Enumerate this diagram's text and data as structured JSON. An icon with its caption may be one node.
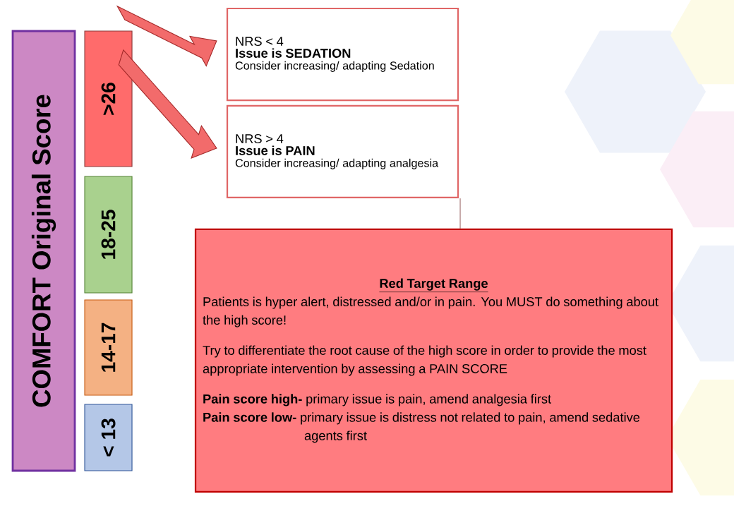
{
  "diagram": {
    "nodes": [
      {
        "text": [
          "COMFORT Original  Score"
        ]
      },
      {
        "text": [
          ">26"
        ]
      },
      {
        "text": [
          "18-25"
        ]
      },
      {
        "text": [
          "14-17"
        ]
      },
      {
        "text": [
          "< 13"
        ]
      },
      {
        "text": [
          "NRS < 4",
          "Issue is SEDATION",
          "Consider increasing/ adapting Sedation"
        ]
      },
      {
        "text": [
          "NRS > 4",
          "Issue is PAIN",
          "Consider increasing/ adapting analgesia"
        ]
      },
      {
        "text": [
          "Red Target Range",
          "Patients is hyper alert, distressed and/or in pain. You MUST do something about the high score!",
          "Try to differentiate the root cause of the high score in order to provide the most appropriate intervention by assessing a PAIN SCORE",
          "**Pain score high-** primary issue is pain, amend analgesia first",
          "**Pain score low-** primary issue is distress not related to pain, amend sedative agents first"
        ]
      }
    ],
    "edges": [
      {
        "from": 1,
        "to": 5,
        "arrow": "to",
        "style": "thick"
      },
      {
        "from": 1,
        "to": 6,
        "arrow": "to",
        "style": "thick"
      },
      {
        "from": 6,
        "to": 7,
        "arrow": "none",
        "color": "#7f3f3f"
      }
    ]
  }
}
